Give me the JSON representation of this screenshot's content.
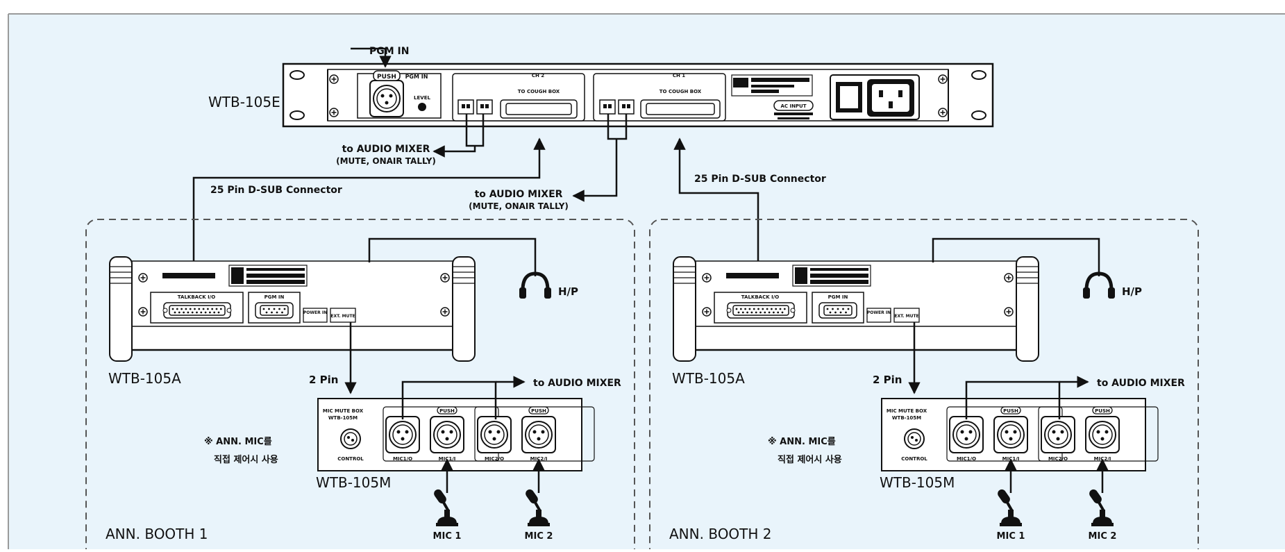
{
  "colors": {
    "background": "#e9f4fb",
    "frame": "#9a9a9a",
    "device_fill": "#ffffff",
    "line": "#111111"
  },
  "rack": {
    "model": "WTB-105E",
    "pgm_in_label": "PGM IN",
    "push_label": "PUSH",
    "panel_pgm_in": "PGM IN",
    "level_label": "LEVEL",
    "ch2_label": "CH 2",
    "ch1_label": "CH 1",
    "tocough_label": "TO COUGH BOX",
    "ac_input_label": "AC INPUT"
  },
  "connections": {
    "mixer_note_1": "to AUDIO MIXER",
    "mixer_sub_1": "(MUTE, ONAIR TALLY)",
    "mixer_note_2": "to AUDIO MIXER",
    "mixer_sub_2": "(MUTE, ONAIR TALLY)",
    "dsub_left": "25 Pin D-SUB Connector",
    "dsub_right": "25 Pin D-SUB Connector"
  },
  "booths": [
    {
      "title": "ANN. BOOTH 1",
      "device_model": "WTB-105A",
      "headphone_label": "H/P",
      "pin_label": "2 Pin",
      "to_mixer": "to AUDIO MIXER",
      "mute_box_model": "WTB-105M",
      "note_line1": "※ ANN. MIC를",
      "note_line2": "직접 제어시 사용",
      "panel_talkback": "TALKBACK I/O",
      "panel_pgm_in": "PGM IN",
      "panel_power": "POWER IN",
      "panel_ext_mute": "EXT. MUTE",
      "box_title": "MIC MUTE BOX",
      "box_control": "CONTROL",
      "box_push": "PUSH",
      "jacks": [
        "MIC1/O",
        "MIC1/I",
        "MIC2/O",
        "MIC2/I"
      ],
      "mics": [
        "MIC 1",
        "MIC 2"
      ]
    },
    {
      "title": "ANN. BOOTH 2",
      "device_model": "WTB-105A",
      "headphone_label": "H/P",
      "pin_label": "2 Pin",
      "to_mixer": "to AUDIO MIXER",
      "mute_box_model": "WTB-105M",
      "note_line1": "※ ANN. MIC를",
      "note_line2": "직접 제어시 사용",
      "panel_talkback": "TALKBACK I/O",
      "panel_pgm_in": "PGM IN",
      "panel_power": "POWER IN",
      "panel_ext_mute": "EXT. MUTE",
      "box_title": "MIC MUTE BOX",
      "box_control": "CONTROL",
      "box_push": "PUSH",
      "jacks": [
        "MIC1/O",
        "MIC1/I",
        "MIC2/O",
        "MIC2/I"
      ],
      "mics": [
        "MIC 1",
        "MIC 2"
      ]
    }
  ]
}
